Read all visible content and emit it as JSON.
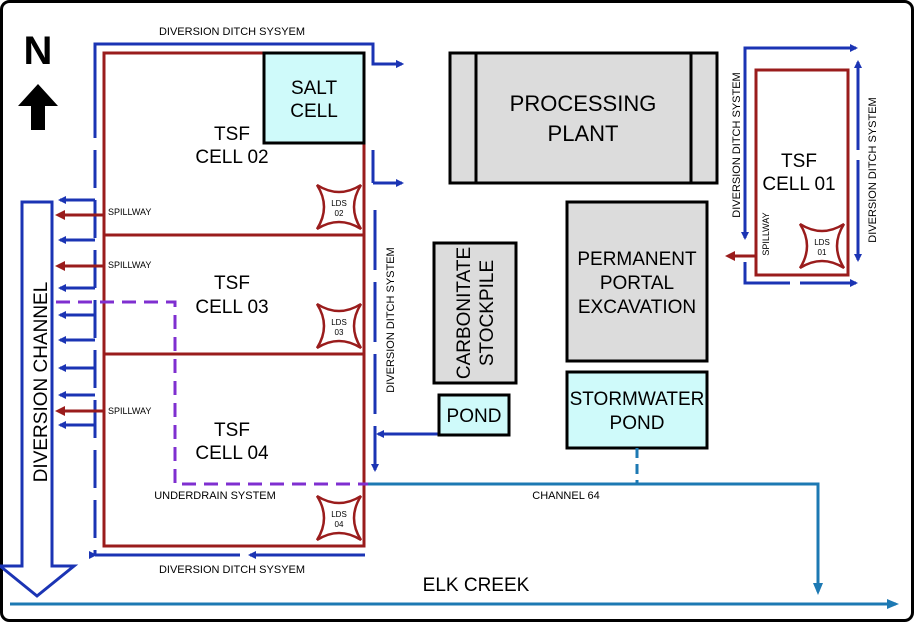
{
  "colors": {
    "tsf_line": "#9a1c1c",
    "diversion": "#1b34b4",
    "channel": "#1d79b3",
    "underdrain": "#7f2fd0",
    "building_fill": "#dcdcdc",
    "pond_fill": "#cffafa",
    "salt_fill": "#cffafa"
  },
  "north": {
    "letter": "N"
  },
  "labels": {
    "salt_cell_1": "SALT",
    "salt_cell_2": "CELL",
    "tsf02_1": "TSF",
    "tsf02_2": "CELL 02",
    "tsf03_1": "TSF",
    "tsf03_2": "CELL 03",
    "tsf04_1": "TSF",
    "tsf04_2": "CELL 04",
    "tsf01_1": "TSF",
    "tsf01_2": "CELL 01",
    "processing_1": "PROCESSING",
    "processing_2": "PLANT",
    "portal_1": "PERMANENT",
    "portal_2": "PORTAL",
    "portal_3": "EXCAVATION",
    "stockpile_1": "CARBONITATE",
    "stockpile_2": "STOCKPILE",
    "pond": "POND",
    "stormwater_1": "STORMWATER",
    "stormwater_2": "POND",
    "diversion_ditch_top": "DIVERSION DITCH SYSYEM",
    "diversion_ditch_bottom": "DIVERSION DITCH SYSYEM",
    "diversion_ditch_vertical": "DIVERSION DITCH SYSTEM",
    "diversion_ditch_right_a": "DIVERSION DITCH SYSTEM",
    "diversion_ditch_right_b": "DIVERSION DITCH SYSTEM",
    "diversion_channel": "DIVERSION CHANNEL",
    "spillway_1": "SPILLWAY",
    "spillway_2": "SPILLWAY",
    "spillway_3": "SPILLWAY",
    "spillway_right": "SPILLWAY",
    "underdrain": "UNDERDRAIN SYSTEM",
    "channel64": "CHANNEL 64",
    "elk_creek": "ELK CREEK",
    "lds_word": "LDS",
    "lds02": "02",
    "lds03": "03",
    "lds04": "04",
    "lds01": "01"
  }
}
